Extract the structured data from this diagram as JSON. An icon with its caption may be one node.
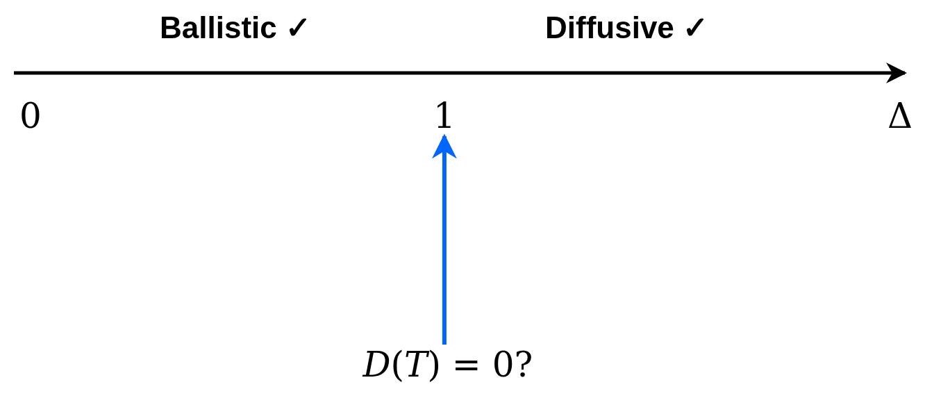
{
  "diagram": {
    "nodes": [
      {
        "text": [
          "1"
        ]
      },
      {
        "text": [
          "*D*(*T*) = 0?"
        ]
      }
    ],
    "edges": [
      {
        "from": 1,
        "to": 0,
        "arrow": "to",
        "color": "#0066ff"
      }
    ],
    "labels": [
      "Ballistic ✓",
      "Diffusive ✓",
      "0",
      "Δ"
    ]
  }
}
